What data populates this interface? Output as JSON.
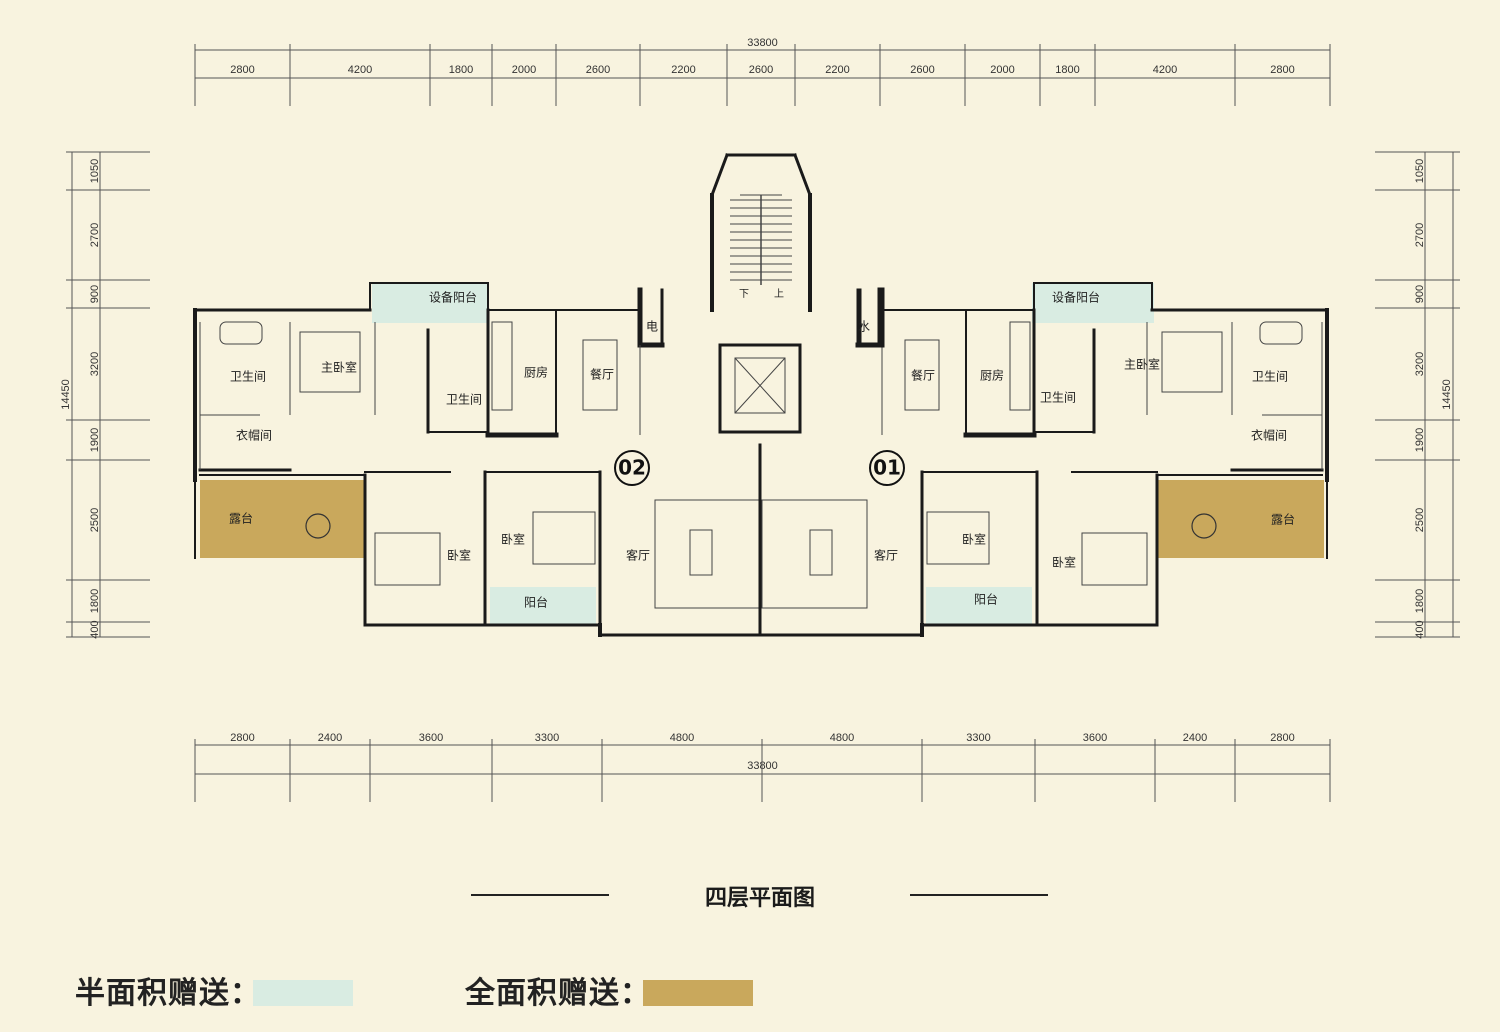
{
  "dimensions": {
    "top_total": "33800",
    "top_segments": [
      "2800",
      "4200",
      "1800",
      "2000",
      "2600",
      "2200",
      "2600",
      "2200",
      "2600",
      "2000",
      "1800",
      "4200",
      "2800"
    ],
    "bottom_total": "33800",
    "bottom_segments": [
      "2800",
      "2400",
      "3600",
      "3300",
      "4800",
      "4800",
      "3300",
      "3600",
      "2400",
      "2800"
    ],
    "left_total": "14450",
    "left_segments": [
      "1050",
      "2700",
      "900",
      "3200",
      "1900",
      "2500",
      "1800",
      "400"
    ],
    "right_total": "14450",
    "right_segments": [
      "1050",
      "2700",
      "900",
      "3200",
      "1900",
      "2500",
      "1800",
      "400"
    ]
  },
  "units": {
    "left_number": "02",
    "right_number": "01"
  },
  "rooms": {
    "master_bath": "卫生间",
    "master_bedroom": "主卧室",
    "equipment_balcony": "设备阳台",
    "bath": "卫生间",
    "kitchen": "厨房",
    "dining": "餐厅",
    "closet": "衣帽间",
    "terrace": "露台",
    "bedroom": "卧室",
    "balcony": "阳台",
    "living": "客厅",
    "electric": "电",
    "water": "水"
  },
  "stair": {
    "down": "下",
    "up": "上"
  },
  "title": "四层平面图",
  "legend": {
    "half_label": "半面积赠送：",
    "half_color": "#d9ece2",
    "full_label": "全面积赠送：",
    "full_color": "#c9a85c"
  },
  "colors": {
    "background": "#f8f3df",
    "wall": "#1a1a1a",
    "half_area": "#d9ece2",
    "full_area": "#c9a85c"
  }
}
